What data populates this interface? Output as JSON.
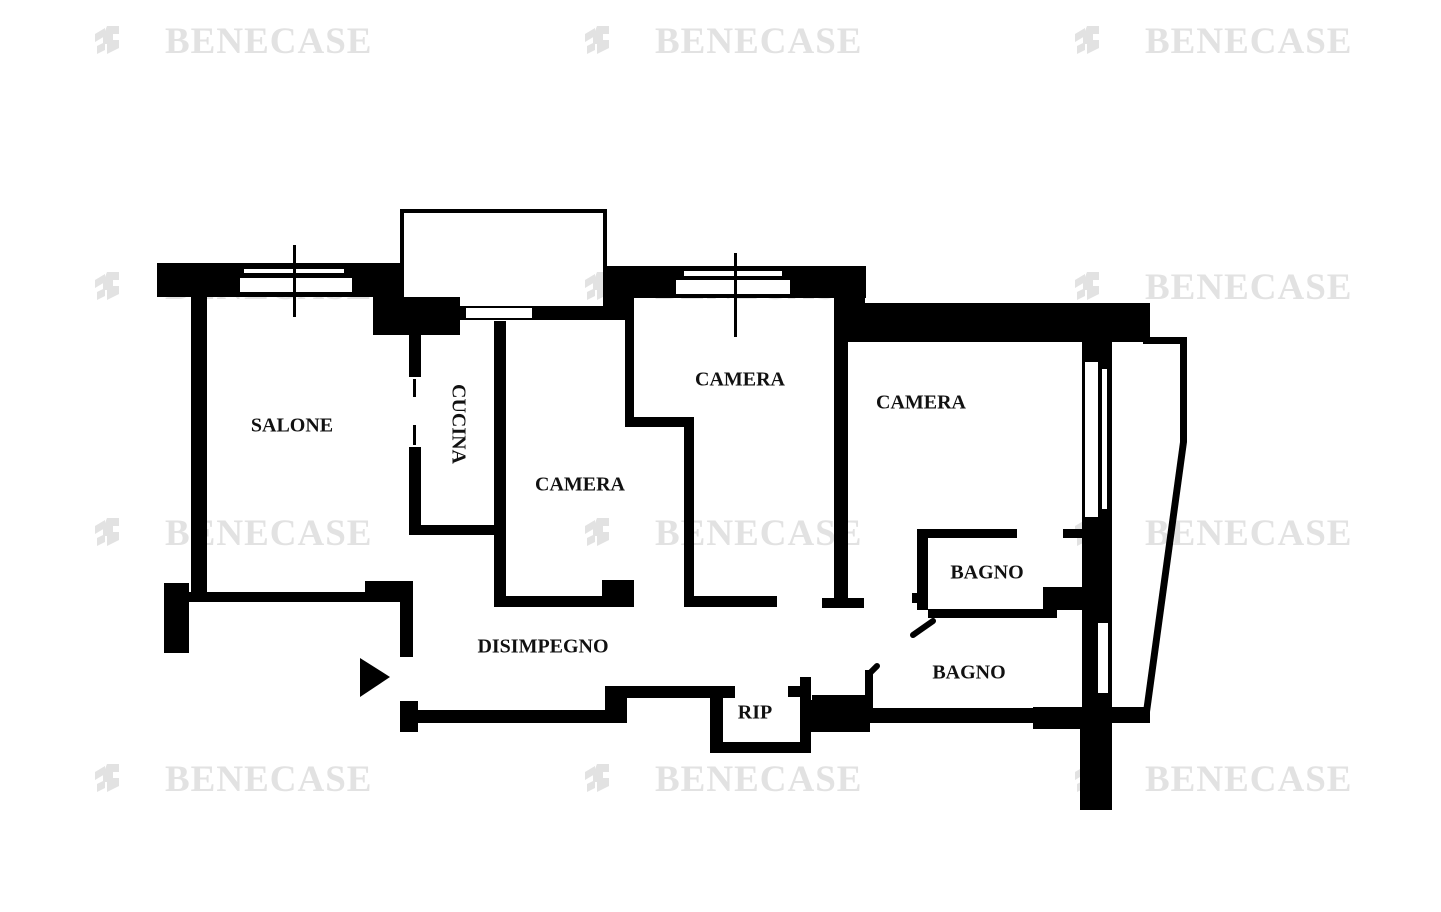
{
  "watermark": {
    "brand": "BENECASE",
    "icon": "benecase-logo-icon",
    "color": "#e2e2e2"
  },
  "rooms": {
    "salone": "SALONE",
    "cucina": "CUCINA",
    "camera_1": "CAMERA",
    "camera_2": "CAMERA",
    "camera_3": "CAMERA",
    "bagno_1": "BAGNO",
    "bagno_2": "BAGNO",
    "disimpegno": "DISIMPEGNO",
    "ripostiglio": "RIP"
  },
  "icons": {
    "entrance": "entrance-arrow-icon"
  }
}
